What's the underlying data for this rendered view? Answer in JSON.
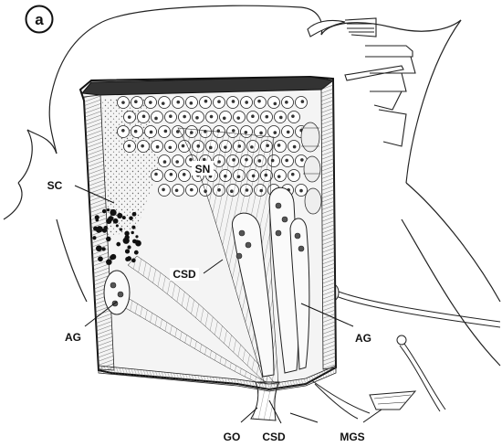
{
  "figure": {
    "panel_label": "a",
    "labels": {
      "sn": "SN",
      "sc": "SC",
      "csd_upper": "CSD",
      "ag_left": "AG",
      "ag_right": "AG",
      "go": "GO",
      "csd_lower": "CSD",
      "mgs": "MGS"
    }
  }
}
